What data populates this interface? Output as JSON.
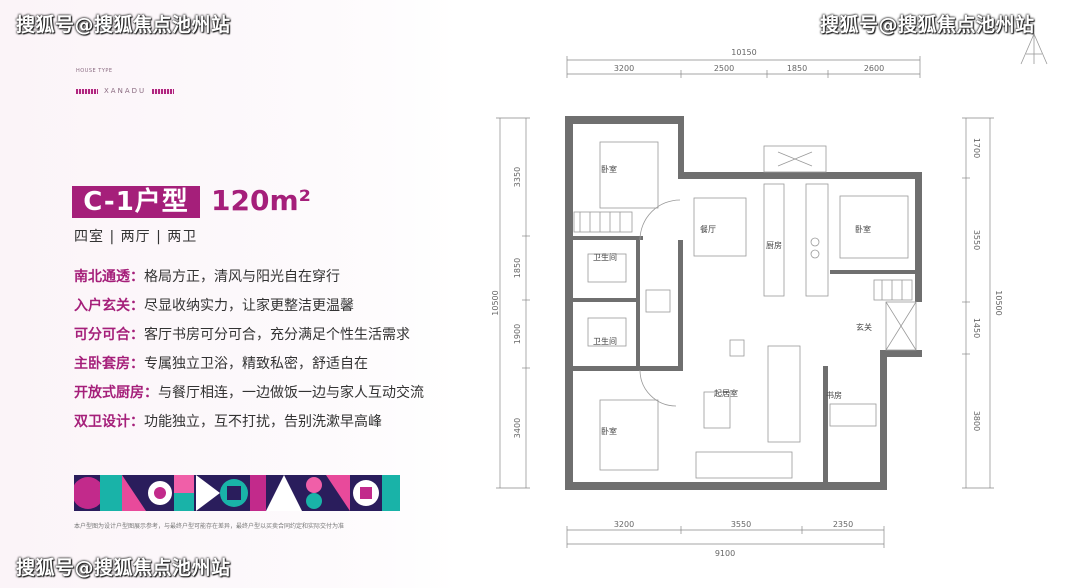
{
  "watermarks": {
    "top_left": "搜狐号@搜狐焦点池州站",
    "top_right": "搜狐号@搜狐焦点池州站",
    "bottom_left": "搜狐号@搜狐焦点池州站"
  },
  "brand": {
    "small": "HOUSE TYPE",
    "name": "XANADU"
  },
  "unit": {
    "type_label": "C-1户型",
    "area": "120m²",
    "rooms": "四室 | 两厅 | 两卫"
  },
  "features": [
    {
      "key": "南北通透：",
      "text": "格局方正，清风与阳光自在穿行"
    },
    {
      "key": "入户玄关：",
      "text": "尽显收纳实力，让家更整洁更温馨"
    },
    {
      "key": "可分可合：",
      "text": "客厅书房可分可合，充分满足个性生活需求"
    },
    {
      "key": "主卧套房：",
      "text": "专属独立卫浴，精致私密，舒适自在"
    },
    {
      "key": "开放式厨房：",
      "text": "与餐厅相连，一边做饭一边与家人互动交流"
    },
    {
      "key": "双卫设计：",
      "text": "功能独立，互不打扰，告别洗漱早高峰"
    }
  ],
  "disclaimer": "本户型图为设计户型图展示参考，与最终户型可能存在差异，最终户型以买卖合同约定和实际交付为准",
  "plan": {
    "rooms": {
      "bedroom_top_left": "卧室",
      "bedroom_right": "卧室",
      "bedroom_bottom_left": "卧室",
      "dining": "餐厅",
      "kitchen": "厨房",
      "bathroom_1": "卫生间",
      "bathroom_2": "卫生间",
      "entrance": "玄关",
      "living": "起居室",
      "study": "书房"
    },
    "dims_top": {
      "total": "10150",
      "segments": [
        "3200",
        "2500",
        "1850",
        "2600"
      ]
    },
    "dims_bottom": {
      "segments": [
        "3200",
        "3550",
        "2350"
      ],
      "total": "9100"
    },
    "dims_left": {
      "total": "10500",
      "segments": [
        "3350",
        "1850",
        "1900",
        "3400"
      ]
    },
    "dims_right": {
      "total": "10500",
      "segments": [
        "1700",
        "3550",
        "1450",
        "3800"
      ]
    }
  },
  "colors": {
    "accent": "#a51f7a",
    "wall": "#6f6f6f"
  }
}
